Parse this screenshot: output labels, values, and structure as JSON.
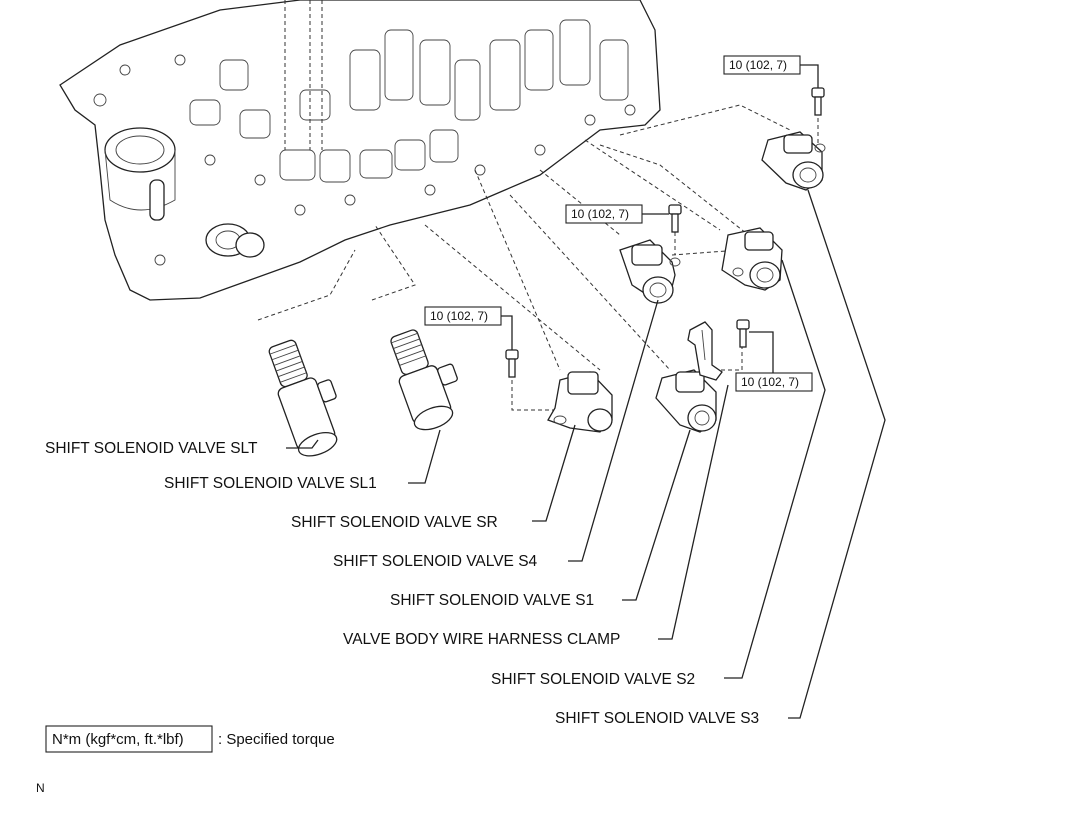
{
  "torque_callouts": [
    {
      "text": "10 (102, 7)"
    },
    {
      "text": "10 (102, 7)"
    },
    {
      "text": "10 (102, 7)"
    },
    {
      "text": "10 (102, 7)"
    }
  ],
  "labels": {
    "slt": "SHIFT SOLENOID VALVE SLT",
    "sl1": "SHIFT SOLENOID VALVE SL1",
    "sr": "SHIFT SOLENOID VALVE SR",
    "s4": "SHIFT SOLENOID VALVE S4",
    "s1": "SHIFT SOLENOID VALVE S1",
    "clamp": "VALVE BODY WIRE HARNESS CLAMP",
    "s2": "SHIFT SOLENOID VALVE S2",
    "s3": "SHIFT SOLENOID VALVE S3"
  },
  "legend": {
    "unit": "N*m (kgf*cm, ft.*lbf)",
    "description": ": Specified torque"
  },
  "corner_mark": "N"
}
